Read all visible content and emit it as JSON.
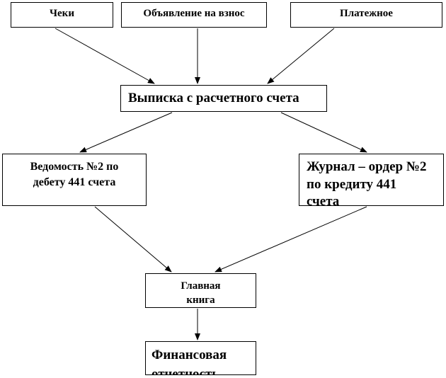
{
  "diagram": {
    "nodes": {
      "cheki": {
        "lines": [
          "Чеки"
        ]
      },
      "obyavlenie": {
        "lines": [
          "Объявление на взнос"
        ]
      },
      "platezhnoe": {
        "lines": [
          "Платежное"
        ]
      },
      "vypiska": {
        "lines": [
          "Выписка с расчетного счета"
        ]
      },
      "vedomost": {
        "lines": [
          "Ведомость №2 по",
          "дебету 441 счета"
        ]
      },
      "zhurnal": {
        "lines": [
          "Журнал – ордер №2",
          "по кредиту 441",
          "счета"
        ]
      },
      "glavnaya": {
        "lines": [
          "Главная",
          "книга"
        ]
      },
      "finansovaya": {
        "lines": [
          "Финансовая",
          "отчетность"
        ]
      }
    },
    "edges": [
      {
        "from": "cheki",
        "to": "vypiska"
      },
      {
        "from": "obyavlenie",
        "to": "vypiska"
      },
      {
        "from": "platezhnoe",
        "to": "vypiska"
      },
      {
        "from": "vypiska",
        "to": "vedomost"
      },
      {
        "from": "vypiska",
        "to": "zhurnal"
      },
      {
        "from": "vedomost",
        "to": "glavnaya"
      },
      {
        "from": "zhurnal",
        "to": "glavnaya"
      },
      {
        "from": "glavnaya",
        "to": "finansovaya"
      }
    ],
    "colors": {
      "line": "#000000",
      "box_border": "#000000",
      "background": "#ffffff"
    }
  }
}
